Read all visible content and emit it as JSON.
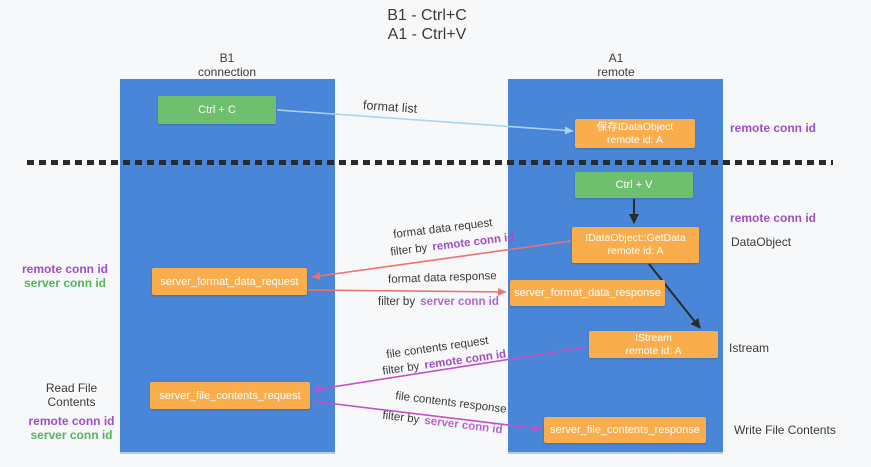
{
  "title": {
    "line1": "B1 - Ctrl+C",
    "line2": "A1 - Ctrl+V"
  },
  "lanes": {
    "b1": {
      "name": "B1",
      "sub": "connection"
    },
    "a1": {
      "name": "A1",
      "sub": "remote"
    }
  },
  "boxes": {
    "ctrl_c": {
      "label": "Ctrl + C"
    },
    "save_dataobject": {
      "line1": "保存IDataObject",
      "line2": "remote id: A"
    },
    "ctrl_v": {
      "label": "Ctrl + V"
    },
    "getdata": {
      "line1": "IDataObject::GetData",
      "line2": "remote id: A"
    },
    "format_request": {
      "label": "server_format_data_request"
    },
    "format_response": {
      "label": "server_format_data_response"
    },
    "istream": {
      "line1": "IStream",
      "line2": "remote id: A"
    },
    "file_request": {
      "label": "server_file_contents_request"
    },
    "file_response": {
      "label": "server_file_contents_response"
    }
  },
  "flow_labels": {
    "format_list": "format list",
    "format_data_request": "format data request",
    "format_data_response": "format data response",
    "file_contents_request": "file contents request",
    "file_contents_response": "file contents response",
    "filter_by": "filter by",
    "remote_conn_id": "remote conn id",
    "server_conn_id": "server conn id"
  },
  "annotations": {
    "remote_conn_id": "remote conn id",
    "server_conn_id": "server conn id",
    "dataobject": "DataObject",
    "istream": "Istream",
    "read_file_contents": "Read File Contents",
    "write_file_contents": "Write File Contents"
  },
  "colors": {
    "lane_blue": "#4a86d8",
    "box_orange": "#f9ad4d",
    "box_green": "#6ec06e",
    "arrow_lightblue": "#a9d3ef",
    "arrow_salmon": "#ee7172",
    "arrow_magenta": "#c44fc8",
    "arrow_black": "#2b2b2b",
    "text_purple": "#a04ec4",
    "text_orchid": "#b465cf",
    "text_green": "#55b45c"
  }
}
